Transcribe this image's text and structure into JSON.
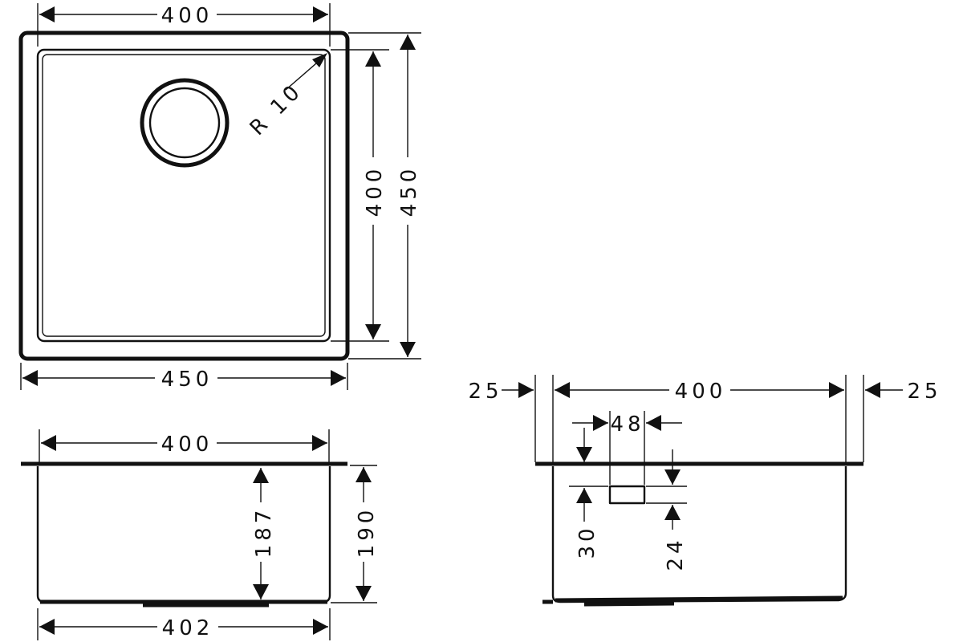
{
  "colors": {
    "line": "#111111",
    "background": "#ffffff"
  },
  "top_view": {
    "width_inner": "400",
    "width_outer": "450",
    "height_inner": "400",
    "height_outer": "450",
    "radius": "R 10"
  },
  "front_view": {
    "width_top": "400",
    "width_bottom": "402",
    "depth_inner": "187",
    "depth_outer": "190"
  },
  "side_view": {
    "flange_left": "25",
    "width": "400",
    "flange_right": "25",
    "overflow_width": "48",
    "overflow_top": "30",
    "overflow_height": "24"
  }
}
